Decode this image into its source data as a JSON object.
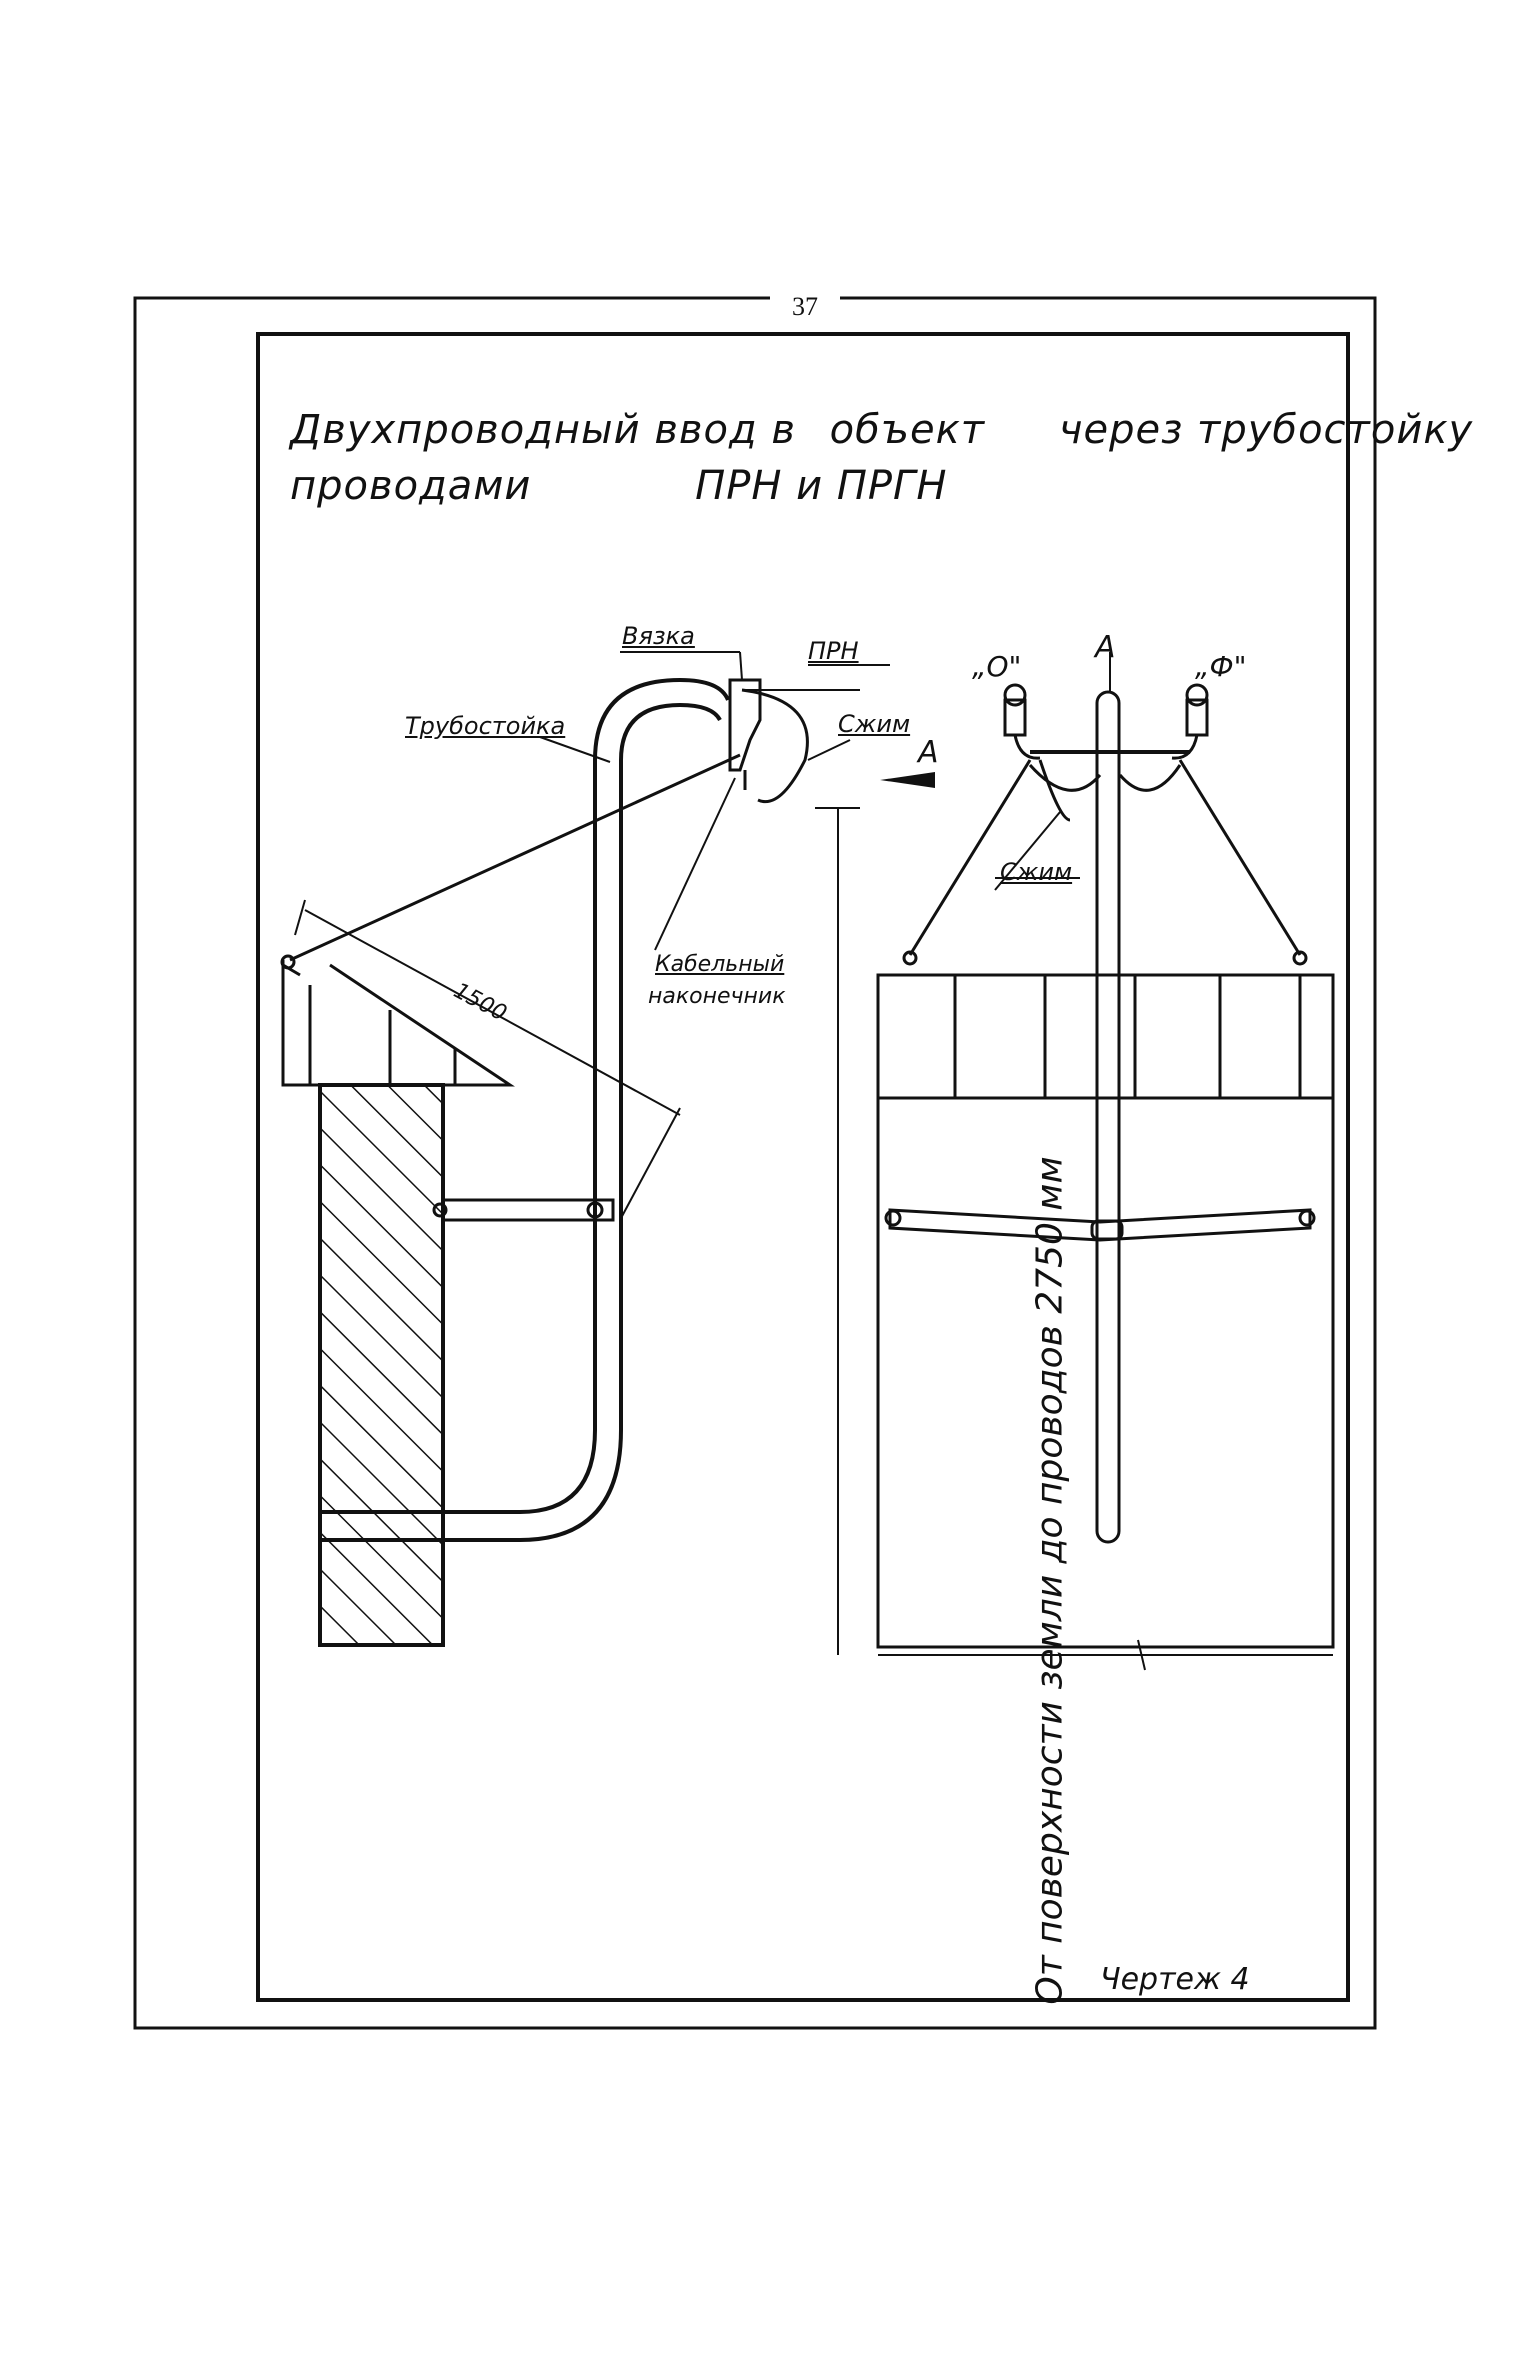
{
  "page_number": "37",
  "title": {
    "line1_a": "Двухпроводный ввод в",
    "line1_b": "объект",
    "line1_c": "через трубостойку",
    "line2_a": "проводами",
    "line2_b": "ПРН и ПРГН"
  },
  "labels": {
    "vyazka": "Вязка",
    "prn": "ПРН",
    "trubostoyka": "Трубостойка",
    "szhim_top": "Сжим",
    "view_a_arrow": "А",
    "kabelny_1": "Кабельный",
    "kabelny_2": "наконечник",
    "dim_1500": "1500",
    "vertical_dim": "От поверхности земли до проводов 2750 мм",
    "view_a_title": "А",
    "zero": "„О\"",
    "phase": "„Ф\"",
    "szhim_right": "Сжим"
  },
  "drawing_number": "Чертеж 4",
  "colors": {
    "ink": "#111111",
    "paper": "#ffffff"
  }
}
